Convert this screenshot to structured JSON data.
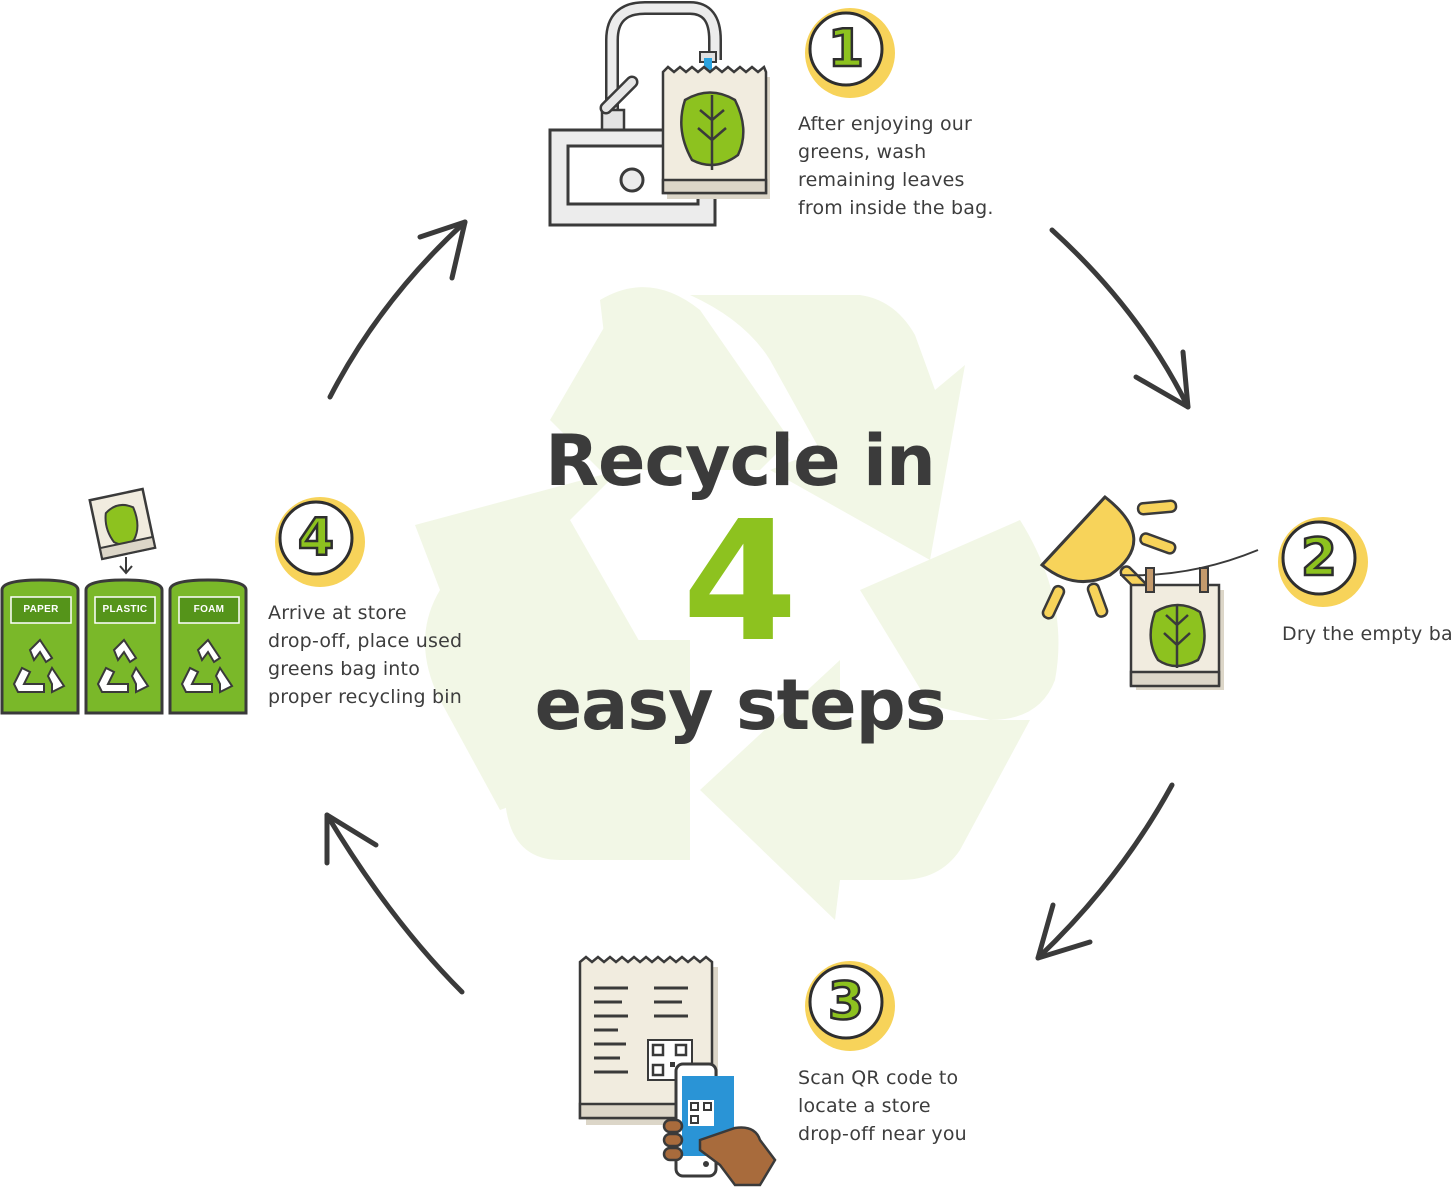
{
  "headline": {
    "line1": "Recycle in",
    "number": "4",
    "line2": "easy steps"
  },
  "steps": [
    {
      "number": "1",
      "lines": [
        "After enjoying our",
        "greens, wash",
        "remaining leaves",
        "from inside the bag."
      ]
    },
    {
      "number": "2",
      "lines": [
        "Dry the empty bag"
      ]
    },
    {
      "number": "3",
      "lines": [
        "Scan QR code to",
        "locate a store",
        "drop-off near you"
      ]
    },
    {
      "number": "4",
      "lines": [
        "Arrive at store",
        "drop-off, place used",
        "greens bag into",
        "proper recycling bin"
      ]
    }
  ],
  "bins": [
    "PAPER",
    "PLASTIC",
    "FOAM"
  ],
  "colors": {
    "green": "#8dc21f",
    "bin_green": "#7ab829",
    "yellow": "#f7d35a",
    "bg_symbol": "#f2f7e6",
    "bag": "#f1ecdf",
    "ink": "#3d3d3d"
  },
  "icons": [
    "sink-faucet-icon",
    "sun-icon",
    "phone-qr-icon",
    "recycling-bins-icon",
    "recycle-symbol-icon",
    "cycle-arrow-icon"
  ]
}
